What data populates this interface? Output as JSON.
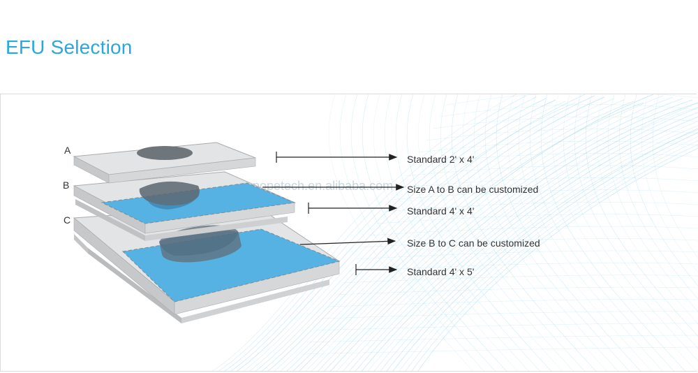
{
  "title": "EFU Selection",
  "watermark": "popetech.en.alibaba.com",
  "layers": [
    {
      "letter": "A"
    },
    {
      "letter": "B"
    },
    {
      "letter": "C"
    }
  ],
  "annotations": [
    "Standard 2' x 4'",
    "Size A to B can be customized",
    "Standard 4' x 4'",
    "Size B to C can be customized",
    "Standard 4' x 5'"
  ],
  "colors": {
    "title": "#29a8dd",
    "panel_blue": "#56b2e2",
    "panel_gray": "#d7d9db",
    "mesh": "#9fd6ec"
  }
}
